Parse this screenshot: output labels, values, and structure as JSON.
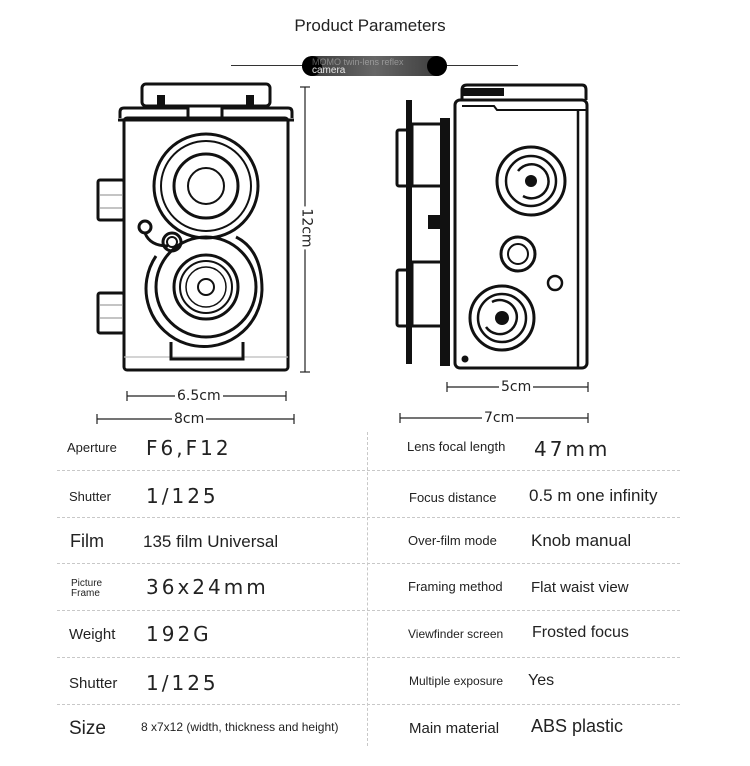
{
  "header": {
    "title": "Product Parameters",
    "badge_faded_text": "MOMO twin-lens reflex",
    "badge_text": "camera"
  },
  "drawings": {
    "front_view": {
      "height_label": "12cm",
      "inner_width_label": "6.5cm",
      "outer_width_label": "8cm"
    },
    "side_view": {
      "inner_width_label": "5cm",
      "outer_width_label": "7cm"
    }
  },
  "specs": {
    "left": [
      {
        "label": "Aperture",
        "value": "F6,F12"
      },
      {
        "label": "Shutter",
        "value": "1/125"
      },
      {
        "label": "Film",
        "value": "135 film Universal"
      },
      {
        "label": "Picture Frame",
        "label_line1": "Picture",
        "label_line2": "Frame",
        "value": "36x24mm"
      },
      {
        "label": "Weight",
        "value": "192G"
      },
      {
        "label": "Shutter",
        "value": "1/125"
      },
      {
        "label": "Size",
        "value": "8 x7x12 (width, thickness and height)"
      }
    ],
    "right": [
      {
        "label": "Lens focal length",
        "value": "47mm"
      },
      {
        "label": "Focus distance",
        "value": "0.5 m one infinity"
      },
      {
        "label": "Over-film mode",
        "value": "Knob manual"
      },
      {
        "label": "Framing method",
        "value": "Flat waist view"
      },
      {
        "label": "Viewfinder screen",
        "value": "Frosted focus"
      },
      {
        "label": "Multiple exposure",
        "value": "Yes"
      },
      {
        "label": "Main material",
        "value": "ABS plastic"
      }
    ]
  },
  "colors": {
    "ink": "#111111",
    "text": "#222222",
    "divider": "#c8c8c8",
    "background": "#ffffff"
  }
}
